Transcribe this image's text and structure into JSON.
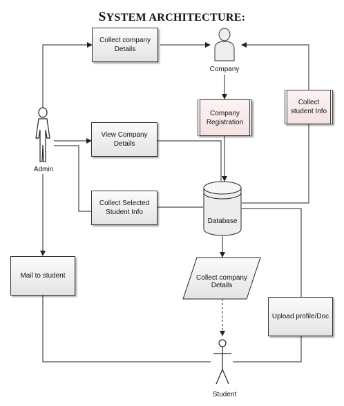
{
  "title": {
    "first": "S",
    "rest": "YSTEM ARCHITECTURE:"
  },
  "actors": {
    "company": "Company",
    "admin": "Admin",
    "student": "Student"
  },
  "boxes": {
    "collect_company_details": "Collect company Details",
    "view_company_details": "View Company Details",
    "collect_selected_student_info": "Collect Selected Student Info",
    "mail_to_student": "Mail to student",
    "company_registration": "Company Registration",
    "collect_student_info": "Collect student Info",
    "upload_profile_doc": "Upload profile/Doc"
  },
  "database": "Database",
  "parallelogram": "Collect company Details"
}
